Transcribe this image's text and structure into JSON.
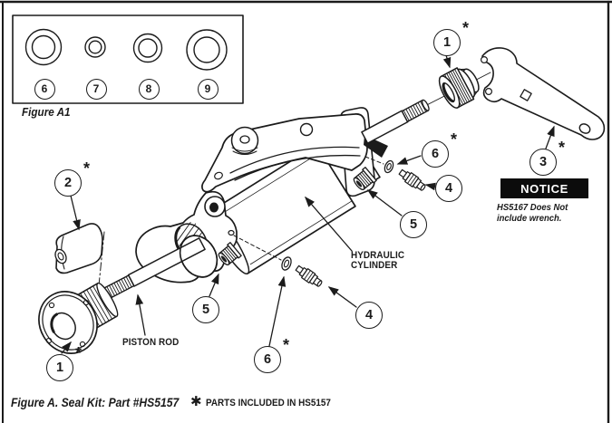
{
  "colors": {
    "ink": "#1b1b1b",
    "paper": "#ffffff",
    "notice_bg": "#0c0c0c",
    "notice_text": "#ffffff"
  },
  "figure_a1": {
    "caption": "Figure A1",
    "ring_labels": [
      "6",
      "7",
      "8",
      "9"
    ]
  },
  "callouts": {
    "gland_top": {
      "label": "1",
      "star": "*"
    },
    "cone_seal": {
      "label": "2",
      "star": "*"
    },
    "wrench": {
      "label": "3",
      "star": "*"
    },
    "gland_bottom": {
      "label": "1",
      "star": "*"
    },
    "port_left": {
      "label": "5"
    },
    "port_right": {
      "label": "5"
    },
    "washer_right": {
      "label": "6",
      "star": "*"
    },
    "washer_bottom": {
      "label": "6",
      "star": "*"
    },
    "bleed_right": {
      "label": "4"
    },
    "bleed_bottom": {
      "label": "4"
    }
  },
  "part_labels": {
    "hydraulic_line1": "HYDRAULIC",
    "hydraulic_line2": "CYLINDER",
    "piston_rod": "PISTON ROD"
  },
  "notice": {
    "title": "NOTICE",
    "line1": "HS5167 Does Not",
    "line2": "include wrench."
  },
  "footer": {
    "caption": "Figure A. Seal Kit: Part #HS5157",
    "star": "✱",
    "note": "PARTS INCLUDED IN HS5157"
  }
}
